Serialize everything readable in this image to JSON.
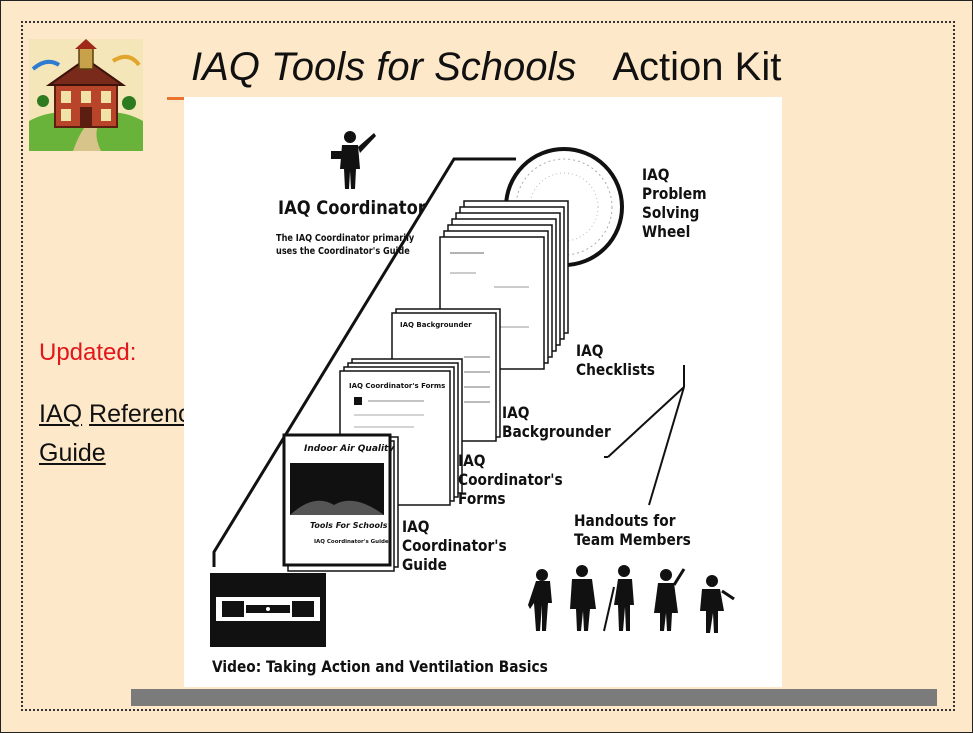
{
  "header": {
    "title_italic": "IAQ Tools for Schools",
    "title_rest": "Action Kit"
  },
  "sidebar": {
    "updated_label": "Updated:",
    "reference_word1": "IAQ",
    "reference_word2": "Reference",
    "reference_word3": "Guide"
  },
  "figure": {
    "coordinator_title": "IAQ Coordinator",
    "coordinator_note_line1": "The IAQ Coordinator primarily",
    "coordinator_note_line2": "uses the Coordinator's Guide",
    "wheel_label": [
      "IAQ",
      "Problem",
      "Solving",
      "Wheel"
    ],
    "checklists_label": [
      "IAQ",
      "Checklists"
    ],
    "backgrounder_label": [
      "IAQ",
      "Backgrounder"
    ],
    "forms_label": [
      "IAQ",
      "Coordinator's",
      "Forms"
    ],
    "guide_label": [
      "IAQ",
      "Coordinator's",
      "Guide"
    ],
    "handouts_label": [
      "Handouts for",
      "Team Members"
    ],
    "video_label": "Video: Taking Action and Ventilation Basics",
    "forms_doc_title": "IAQ Coordinator's Forms",
    "backgrounder_doc_title": "IAQ Backgrounder",
    "guide_cover_line1": "Indoor Air Quality",
    "guide_cover_line2": "Tools For Schools",
    "guide_cover_line3": "IAQ Coordinator's Guide"
  },
  "colors": {
    "background": "#fde9c9",
    "updated_text": "#e3161b",
    "title_accent": "#e8742e",
    "bottom_bar": "#7b7b7b"
  }
}
